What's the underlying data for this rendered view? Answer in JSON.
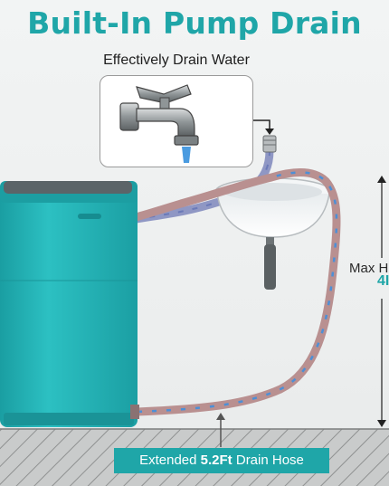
{
  "header": {
    "title": "Built-In Pump Drain",
    "subtitle": "Effectively Drain Water"
  },
  "max_height": {
    "label": "Max H",
    "value": "4I"
  },
  "drain_hose": {
    "prefix": "Extended",
    "length": "5.2Ft",
    "suffix": "Drain Hose"
  },
  "colors": {
    "accent": "#1fa6a8",
    "washer_body": "#24b1b4",
    "hose": "#b98c8c",
    "floor_hatch": "#9a9a9a"
  },
  "icons": [
    "faucet-icon",
    "sink-icon",
    "washer-icon",
    "arrow-up-icon",
    "arrow-down-icon"
  ]
}
